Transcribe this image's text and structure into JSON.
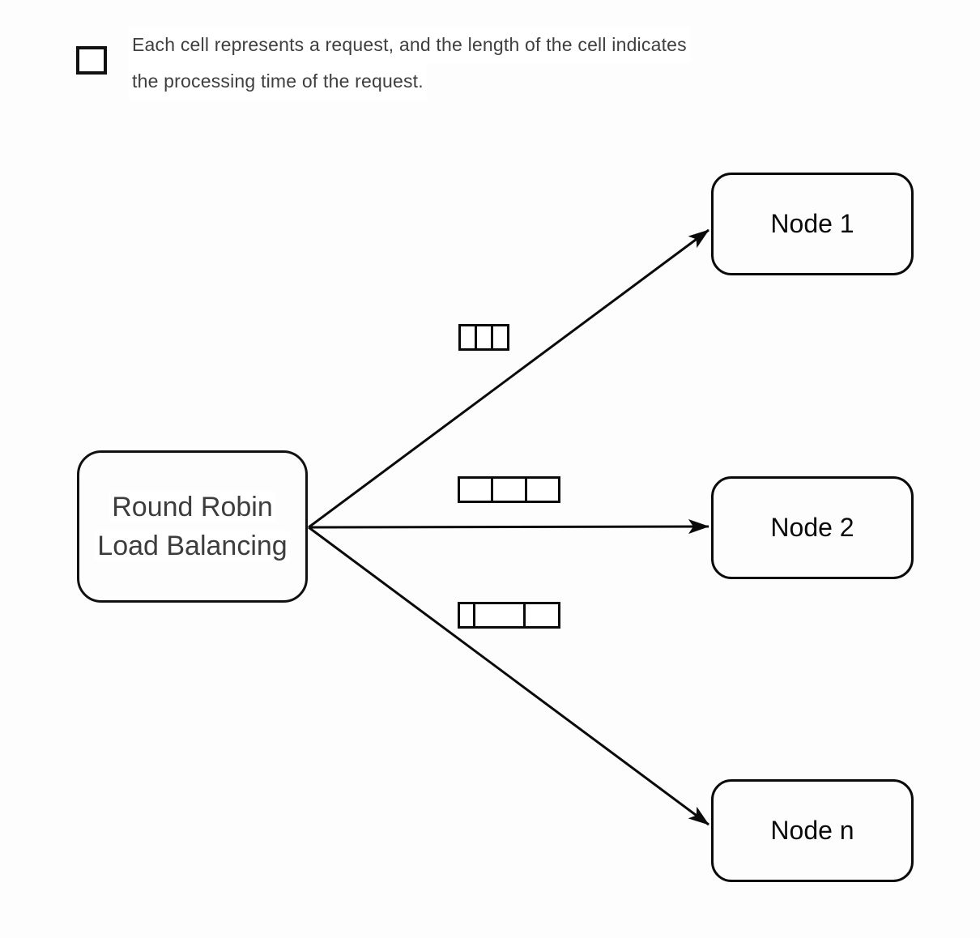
{
  "legend": {
    "swatch_meaning": "request-cell",
    "line1": "Each cell represents a request, and the length of the cell indicates",
    "line2": "the processing time of the request."
  },
  "balancer": {
    "label_line1": "Round Robin",
    "label_line2": "Load Balancing"
  },
  "nodes": [
    {
      "label": "Node 1"
    },
    {
      "label": "Node 2"
    },
    {
      "label": "Node n"
    }
  ],
  "request_groups": [
    {
      "target": "Node 1",
      "cell_widths": [
        23,
        23,
        23
      ]
    },
    {
      "target": "Node 2",
      "cell_widths": [
        44,
        45,
        44
      ]
    },
    {
      "target": "Node n",
      "cell_widths": [
        22,
        65,
        46
      ]
    }
  ],
  "colors": {
    "stroke": "#0a0a0a",
    "balancer_text": "#3d3d3d",
    "legend_text": "#3f3f3f",
    "background": "#fdfdfd"
  }
}
